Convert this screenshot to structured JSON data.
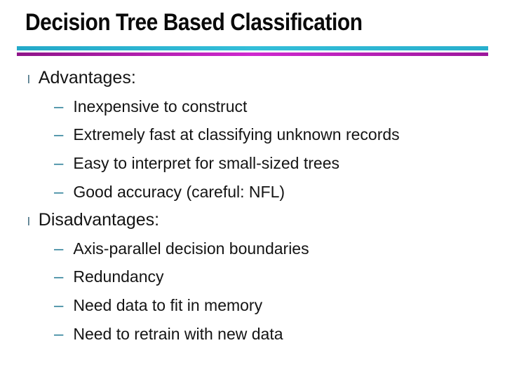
{
  "slide": {
    "title": "Decision Tree Based Classification",
    "rules": {
      "cyan_color": "#29b4d2",
      "magenta_color": "#b51db5"
    },
    "bullets": {
      "level1_glyph": "l",
      "level2_glyph": "–",
      "level1_color": "#38667a",
      "level2_color": "#2e8099"
    },
    "lines": [
      {
        "level": 1,
        "text": "Advantages:"
      },
      {
        "level": 2,
        "text": "Inexpensive to construct"
      },
      {
        "level": 2,
        "text": "Extremely fast at classifying unknown records"
      },
      {
        "level": 2,
        "text": "Easy to interpret for small-sized trees"
      },
      {
        "level": 2,
        "text": "Good accuracy (careful: NFL)"
      },
      {
        "level": 1,
        "text": "Disadvantages:"
      },
      {
        "level": 2,
        "text": "Axis-parallel decision boundaries"
      },
      {
        "level": 2,
        "text": "Redundancy"
      },
      {
        "level": 2,
        "text": "Need data to fit in memory"
      },
      {
        "level": 2,
        "text": "Need to retrain with new data"
      }
    ]
  }
}
